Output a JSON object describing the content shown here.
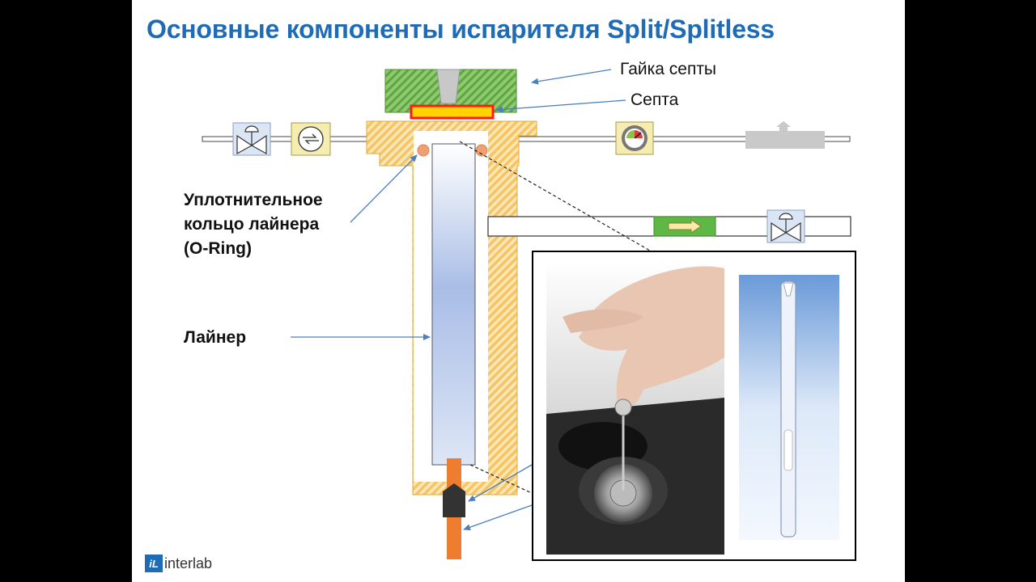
{
  "title": "Основные компоненты испарителя Split/Splitless",
  "labels": {
    "septum_nut": "Гайка септы",
    "septum": "Септа",
    "liner_oring": [
      "Уплотнительное",
      "кольцо лайнера",
      "(O-Ring)"
    ],
    "liner": "Лайнер"
  },
  "logo": {
    "mark": "iL",
    "text": "interlab"
  },
  "colors": {
    "title": "#1f6bb6",
    "body_hatch": "#f5c463",
    "septum_nut": "#6fb54e",
    "septum": "#ff1a1a",
    "septum_fill": "#ffd400",
    "oring": "#f0a070",
    "column": "#ef7d2f",
    "arrow": "#4a7fc0"
  },
  "icons": [
    "valve-icon",
    "flow-controller-icon",
    "pressure-gauge-icon",
    "charcoal-trap-icon",
    "split-flow-arrow-icon",
    "valve-icon"
  ]
}
